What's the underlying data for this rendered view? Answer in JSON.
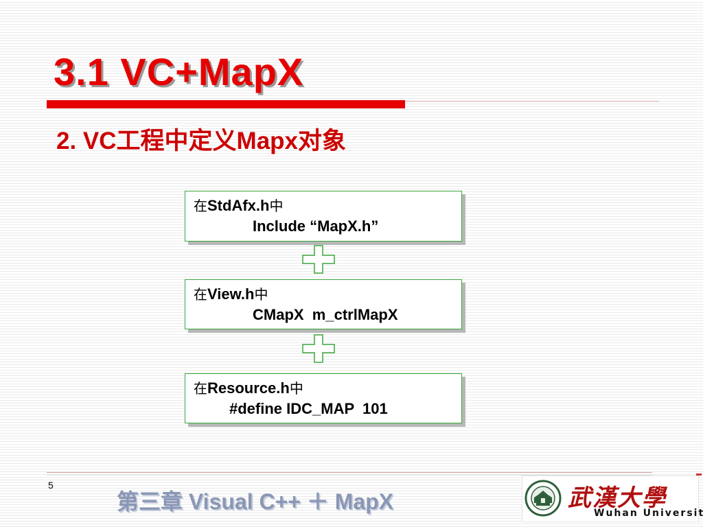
{
  "slide": {
    "title": "3.1 VC+MapX",
    "subtitle": "2. VC工程中定义Mapx对象",
    "page_number": "5"
  },
  "steps": [
    {
      "prefix": "在",
      "file": "StdAfx.h",
      "suffix": "中",
      "code": "Include “MapX.h”"
    },
    {
      "prefix": "在",
      "file": "View.h",
      "suffix": "中",
      "code": "CMapX  m_ctrlMapX"
    },
    {
      "prefix": "在",
      "file": "Resource.h",
      "suffix": "中",
      "code": "#define IDC_MAP  101"
    }
  ],
  "footer": {
    "chapter_cn": "第三章",
    "chapter_en": "Visual C++ ＋ MapX"
  },
  "logo": {
    "name_cn": "武漢大學",
    "name_en": "Wuhan University"
  },
  "colors": {
    "title_red": "#e60000",
    "box_border": "#3aa63a",
    "footer_text": "#8a97b4"
  }
}
